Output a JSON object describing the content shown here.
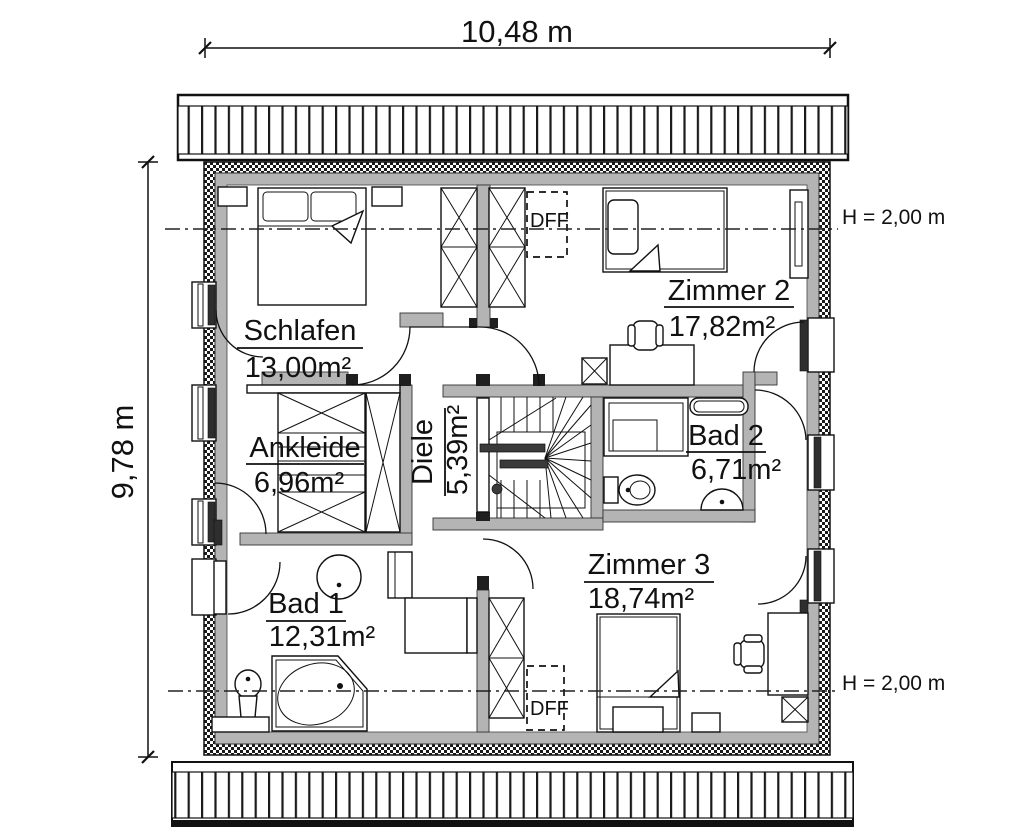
{
  "title": "floor-plan-upper-storey",
  "dimensions": {
    "width_label": "10,48 m",
    "height_label": "9,78 m"
  },
  "rooms": [
    {
      "id": "schlafen",
      "name": "Schlafen",
      "area": "13,00m²"
    },
    {
      "id": "zimmer2",
      "name": "Zimmer 2",
      "area": "17,82m²"
    },
    {
      "id": "ankleide",
      "name": "Ankleide",
      "area": "6,96m²"
    },
    {
      "id": "diele",
      "name": "Diele",
      "area": "5,39m²"
    },
    {
      "id": "bad2",
      "name": "Bad 2",
      "area": "6,71m²"
    },
    {
      "id": "zimmer3",
      "name": "Zimmer 3",
      "area": "18,74m²"
    },
    {
      "id": "bad1",
      "name": "Bad 1",
      "area": "12,31m²"
    }
  ],
  "annotations": {
    "roof_window_label": "DFF",
    "height_line_label": "H = 2,00 m"
  },
  "colors": {
    "background": "#ffffff",
    "wall_fill": "#b4b4b4",
    "line": "#1a1a1a"
  }
}
